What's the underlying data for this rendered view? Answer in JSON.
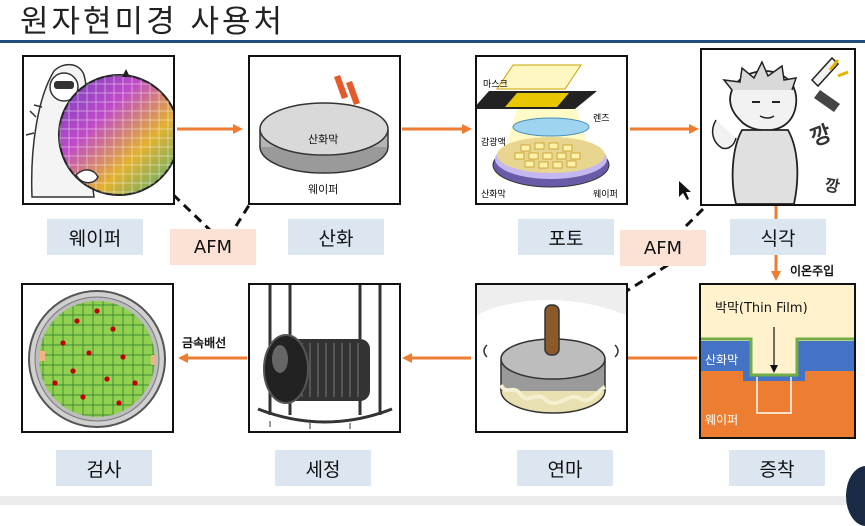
{
  "title": "원자현미경 사용처",
  "steps": {
    "wafer": "웨이퍼",
    "oxidation": "산화",
    "photo": "포토",
    "etch": "식각",
    "deposition": "증착",
    "polishing": "연마",
    "cleaning": "세정",
    "inspection": "검사"
  },
  "afm_labels": {
    "left": "AFM",
    "right": "AFM"
  },
  "side_labels": {
    "ion_implant": "이온주입",
    "metal_wiring": "금속배선"
  },
  "oxidation_panel": {
    "oxide": "산화막",
    "wafer": "웨이퍼"
  },
  "photo_panel": {
    "mask": "마스크",
    "lens": "렌즈",
    "photoresist": "감광액",
    "oxide": "산화막",
    "wafer": "웨이퍼"
  },
  "deposition_panel": {
    "thin_film": "박막(Thin Film)",
    "oxide": "산화막",
    "wafer": "웨이퍼"
  },
  "colors": {
    "arrow": "#ed7d31",
    "label_bg": "#dce6f1",
    "afm_bg": "#fbe2d5",
    "title_rule": "#1f4e79",
    "oxide": "#4472c4",
    "wafer": "#ed7d31",
    "film": "#70ad47"
  }
}
